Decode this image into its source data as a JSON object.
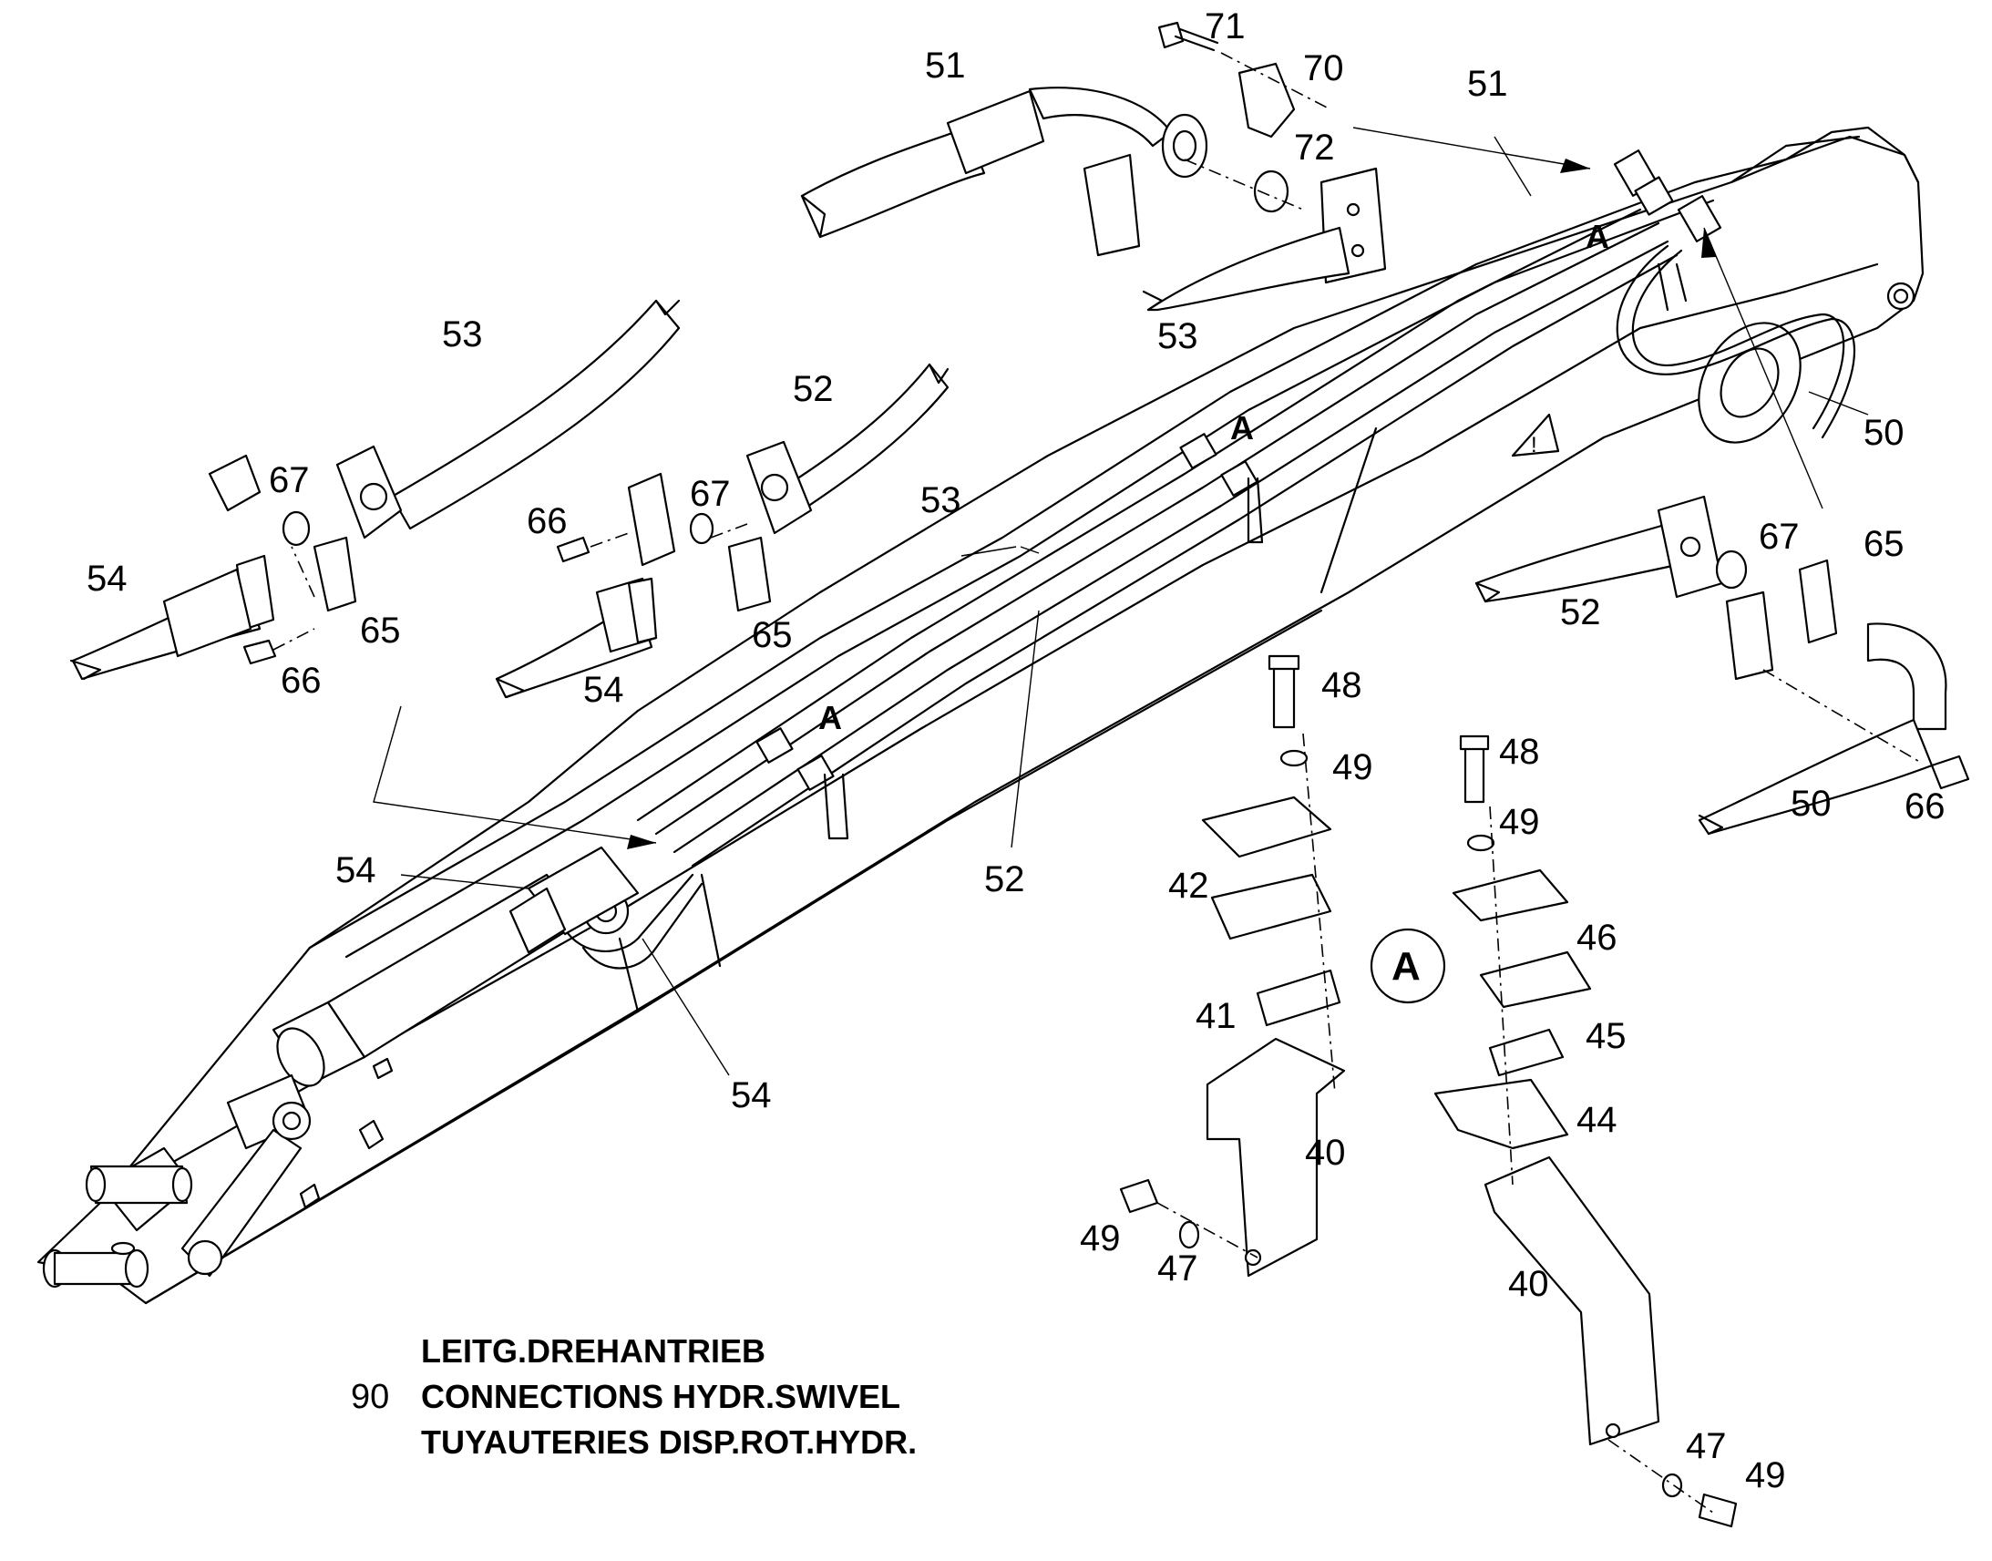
{
  "caption": {
    "number": "90",
    "lines": [
      "LEITG.DREHANTRIEB",
      "CONNECTIONS HYDR.SWIVEL",
      "TUYAUTERIES DISP.ROT.HYDR."
    ]
  },
  "detail_marker": "A",
  "labels": {
    "l51a": "51",
    "l71": "71",
    "l70": "70",
    "l72": "72",
    "l51b": "51",
    "l53a": "53",
    "l53b": "53",
    "l52a": "52",
    "l67a": "67",
    "l67b": "67",
    "l66a": "66",
    "l54a": "54",
    "l65a": "65",
    "l66b": "66",
    "l65b": "65",
    "l54b": "54",
    "l53c": "53",
    "l50a": "50",
    "l67c": "67",
    "l65c": "65",
    "l52b": "52",
    "l48a": "48",
    "l49a": "49",
    "l48b": "48",
    "l49b": "49",
    "l42": "42",
    "l46": "46",
    "l41": "41",
    "l45": "45",
    "l44": "44",
    "l40a": "40",
    "l40b": "40",
    "l52c": "52",
    "l54c": "54",
    "l54d": "54",
    "l50b": "50",
    "l66c": "66",
    "l49c": "49",
    "l47a": "47",
    "l47b": "47",
    "l49d": "49",
    "ma": "A",
    "mb": "A",
    "mc": "A",
    "md": "A"
  }
}
